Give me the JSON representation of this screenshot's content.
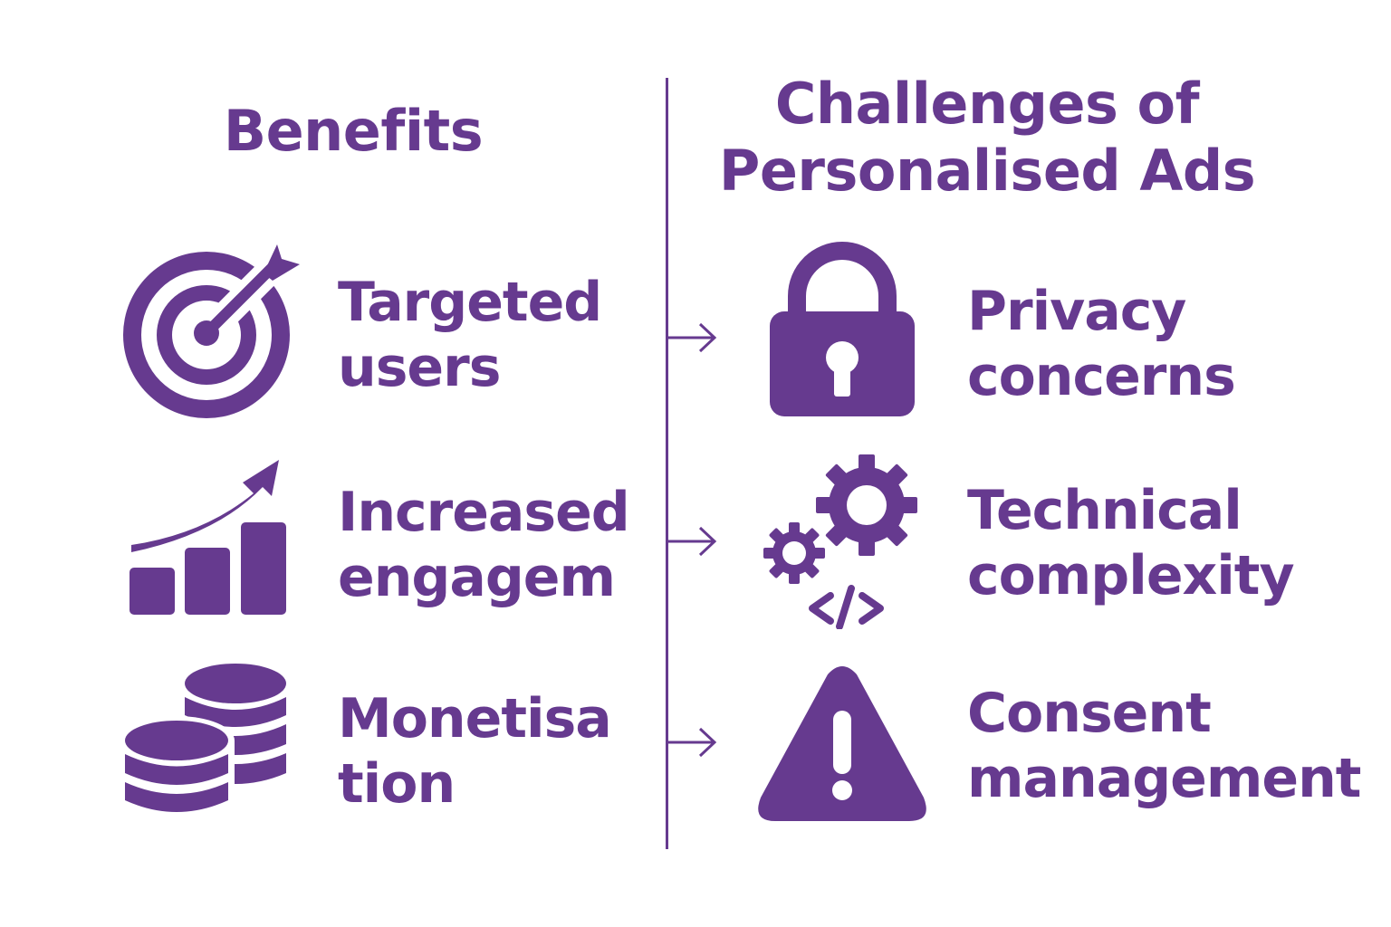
{
  "colors": {
    "accent": "#663a8f",
    "background": "#ffffff"
  },
  "benefits": {
    "title": "Benefits",
    "items": [
      {
        "icon": "target-icon",
        "line1": "Targeted",
        "line2": "users"
      },
      {
        "icon": "growth-chart-icon",
        "line1": "Increased",
        "line2": "engagem"
      },
      {
        "icon": "coins-stack-icon",
        "line1": "Monetisa",
        "line2": "tion"
      }
    ]
  },
  "challenges": {
    "title_line1": "Challenges of",
    "title_line2": "Personalised Ads",
    "items": [
      {
        "icon": "lock-icon",
        "line1": "Privacy",
        "line2": "concerns"
      },
      {
        "icon": "gears-code-icon",
        "line1": "Technical",
        "line2": "complexity"
      },
      {
        "icon": "warning-icon",
        "line1": "Consent",
        "line2": "management"
      }
    ]
  },
  "connectors": [
    "arrow-right-icon",
    "arrow-right-icon",
    "arrow-right-icon"
  ]
}
